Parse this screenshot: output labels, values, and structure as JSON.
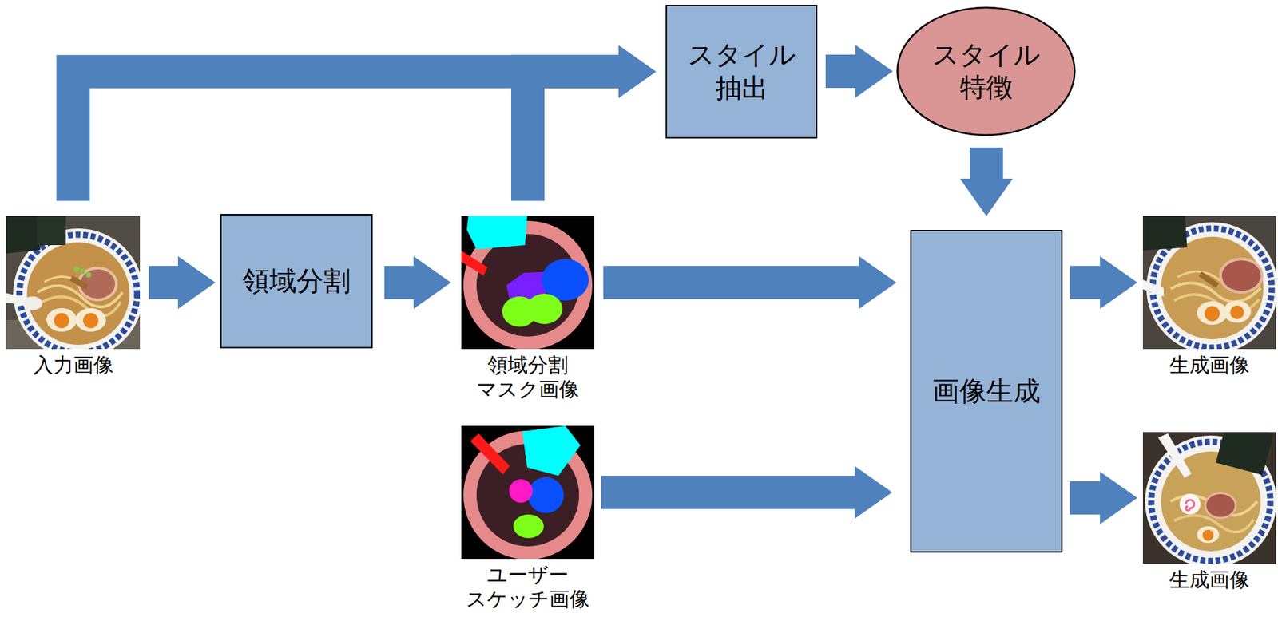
{
  "diagram": {
    "nodes": [
      {
        "text": [
          "スタイル 抽出"
        ]
      },
      {
        "text": [
          "スタイル 特徴"
        ]
      },
      {
        "text": [
          "入力画像"
        ]
      },
      {
        "text": [
          "領域分割"
        ]
      },
      {
        "text": [
          "領域分割 マスク画像"
        ]
      },
      {
        "text": [
          "画像生成"
        ]
      },
      {
        "text": [
          "生成画像"
        ]
      },
      {
        "text": [
          "ユーザー スケッチ画像"
        ]
      },
      {
        "text": [
          "生成画像"
        ]
      }
    ],
    "edges": [
      {
        "from": 2,
        "to": 3,
        "arrow": "to"
      },
      {
        "from": 3,
        "to": 4,
        "arrow": "to"
      },
      {
        "from": 2,
        "to": 0,
        "arrow": "to"
      },
      {
        "from": 4,
        "to": 0,
        "arrow": "to"
      },
      {
        "from": 0,
        "to": 1,
        "arrow": "to"
      },
      {
        "from": 1,
        "to": 5,
        "arrow": "to"
      },
      {
        "from": 4,
        "to": 5,
        "arrow": "to"
      },
      {
        "from": 7,
        "to": 5,
        "arrow": "to"
      },
      {
        "from": 5,
        "to": 6,
        "arrow": "to"
      },
      {
        "from": 5,
        "to": 8,
        "arrow": "to"
      }
    ]
  }
}
